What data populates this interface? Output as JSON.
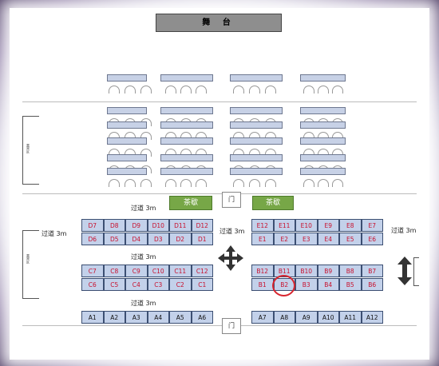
{
  "stage_label": "舞 台",
  "tea_break_left": "茶歇",
  "tea_break_right": "茶歇",
  "door_top": "门",
  "door_bottom": "门",
  "aisle_labels": {
    "left": "过道 3m",
    "right": "过道 3m",
    "center": "过道 3m",
    "row_top_left": "过道 3m",
    "row_mid_left": "过道 3m",
    "row_bottom_left": "过道 3m"
  },
  "side_labels": {
    "left_top": "嘉宾区",
    "left_mid": "嘉宾区"
  },
  "highlighted_seat": "B2",
  "colors": {
    "tea_break": "#77a747",
    "seat_fill": "#c3d1ea",
    "highlight": "#d8252e"
  },
  "left_block": {
    "row_d1": [
      "D7",
      "D8",
      "D9",
      "D10",
      "D11",
      "D12"
    ],
    "row_d2": [
      "D6",
      "D5",
      "D4",
      "D3",
      "D2",
      "D1"
    ],
    "row_c1": [
      "C7",
      "C8",
      "C9",
      "C10",
      "C11",
      "C12"
    ],
    "row_c2": [
      "C6",
      "C5",
      "C4",
      "C3",
      "C2",
      "C1"
    ],
    "row_a": [
      "A1",
      "A2",
      "A3",
      "A4",
      "A5",
      "A6"
    ]
  },
  "right_block": {
    "row_e1": [
      "E12",
      "E11",
      "E10",
      "E9",
      "E8",
      "E7"
    ],
    "row_e2": [
      "E1",
      "E2",
      "E3",
      "E4",
      "E5",
      "E6"
    ],
    "row_b1": [
      "B12",
      "B11",
      "B10",
      "B9",
      "B8",
      "B7"
    ],
    "row_b2": [
      "B1",
      "B2",
      "B3",
      "B4",
      "B5",
      "B6"
    ],
    "row_a": [
      "A7",
      "A8",
      "A9",
      "A10",
      "A11",
      "A12"
    ]
  }
}
